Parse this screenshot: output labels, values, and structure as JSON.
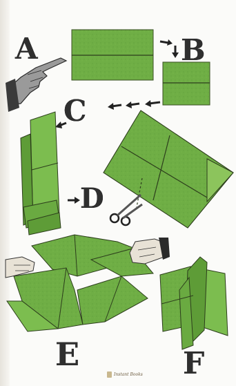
{
  "steps": {
    "a": "A",
    "b": "B",
    "c": "C",
    "d": "D",
    "e": "E",
    "f": "F"
  },
  "colors": {
    "paper_green": "#6fae45",
    "paper_green_light": "#8cc45c",
    "fold_line": "#2c3d1c",
    "letter_ink": "#2f2f2f"
  },
  "icons": [
    "pointing-hand-icon",
    "scissors-icon",
    "arrow-icon",
    "hand-icon"
  ],
  "footer": {
    "mark": "Instant Books"
  }
}
